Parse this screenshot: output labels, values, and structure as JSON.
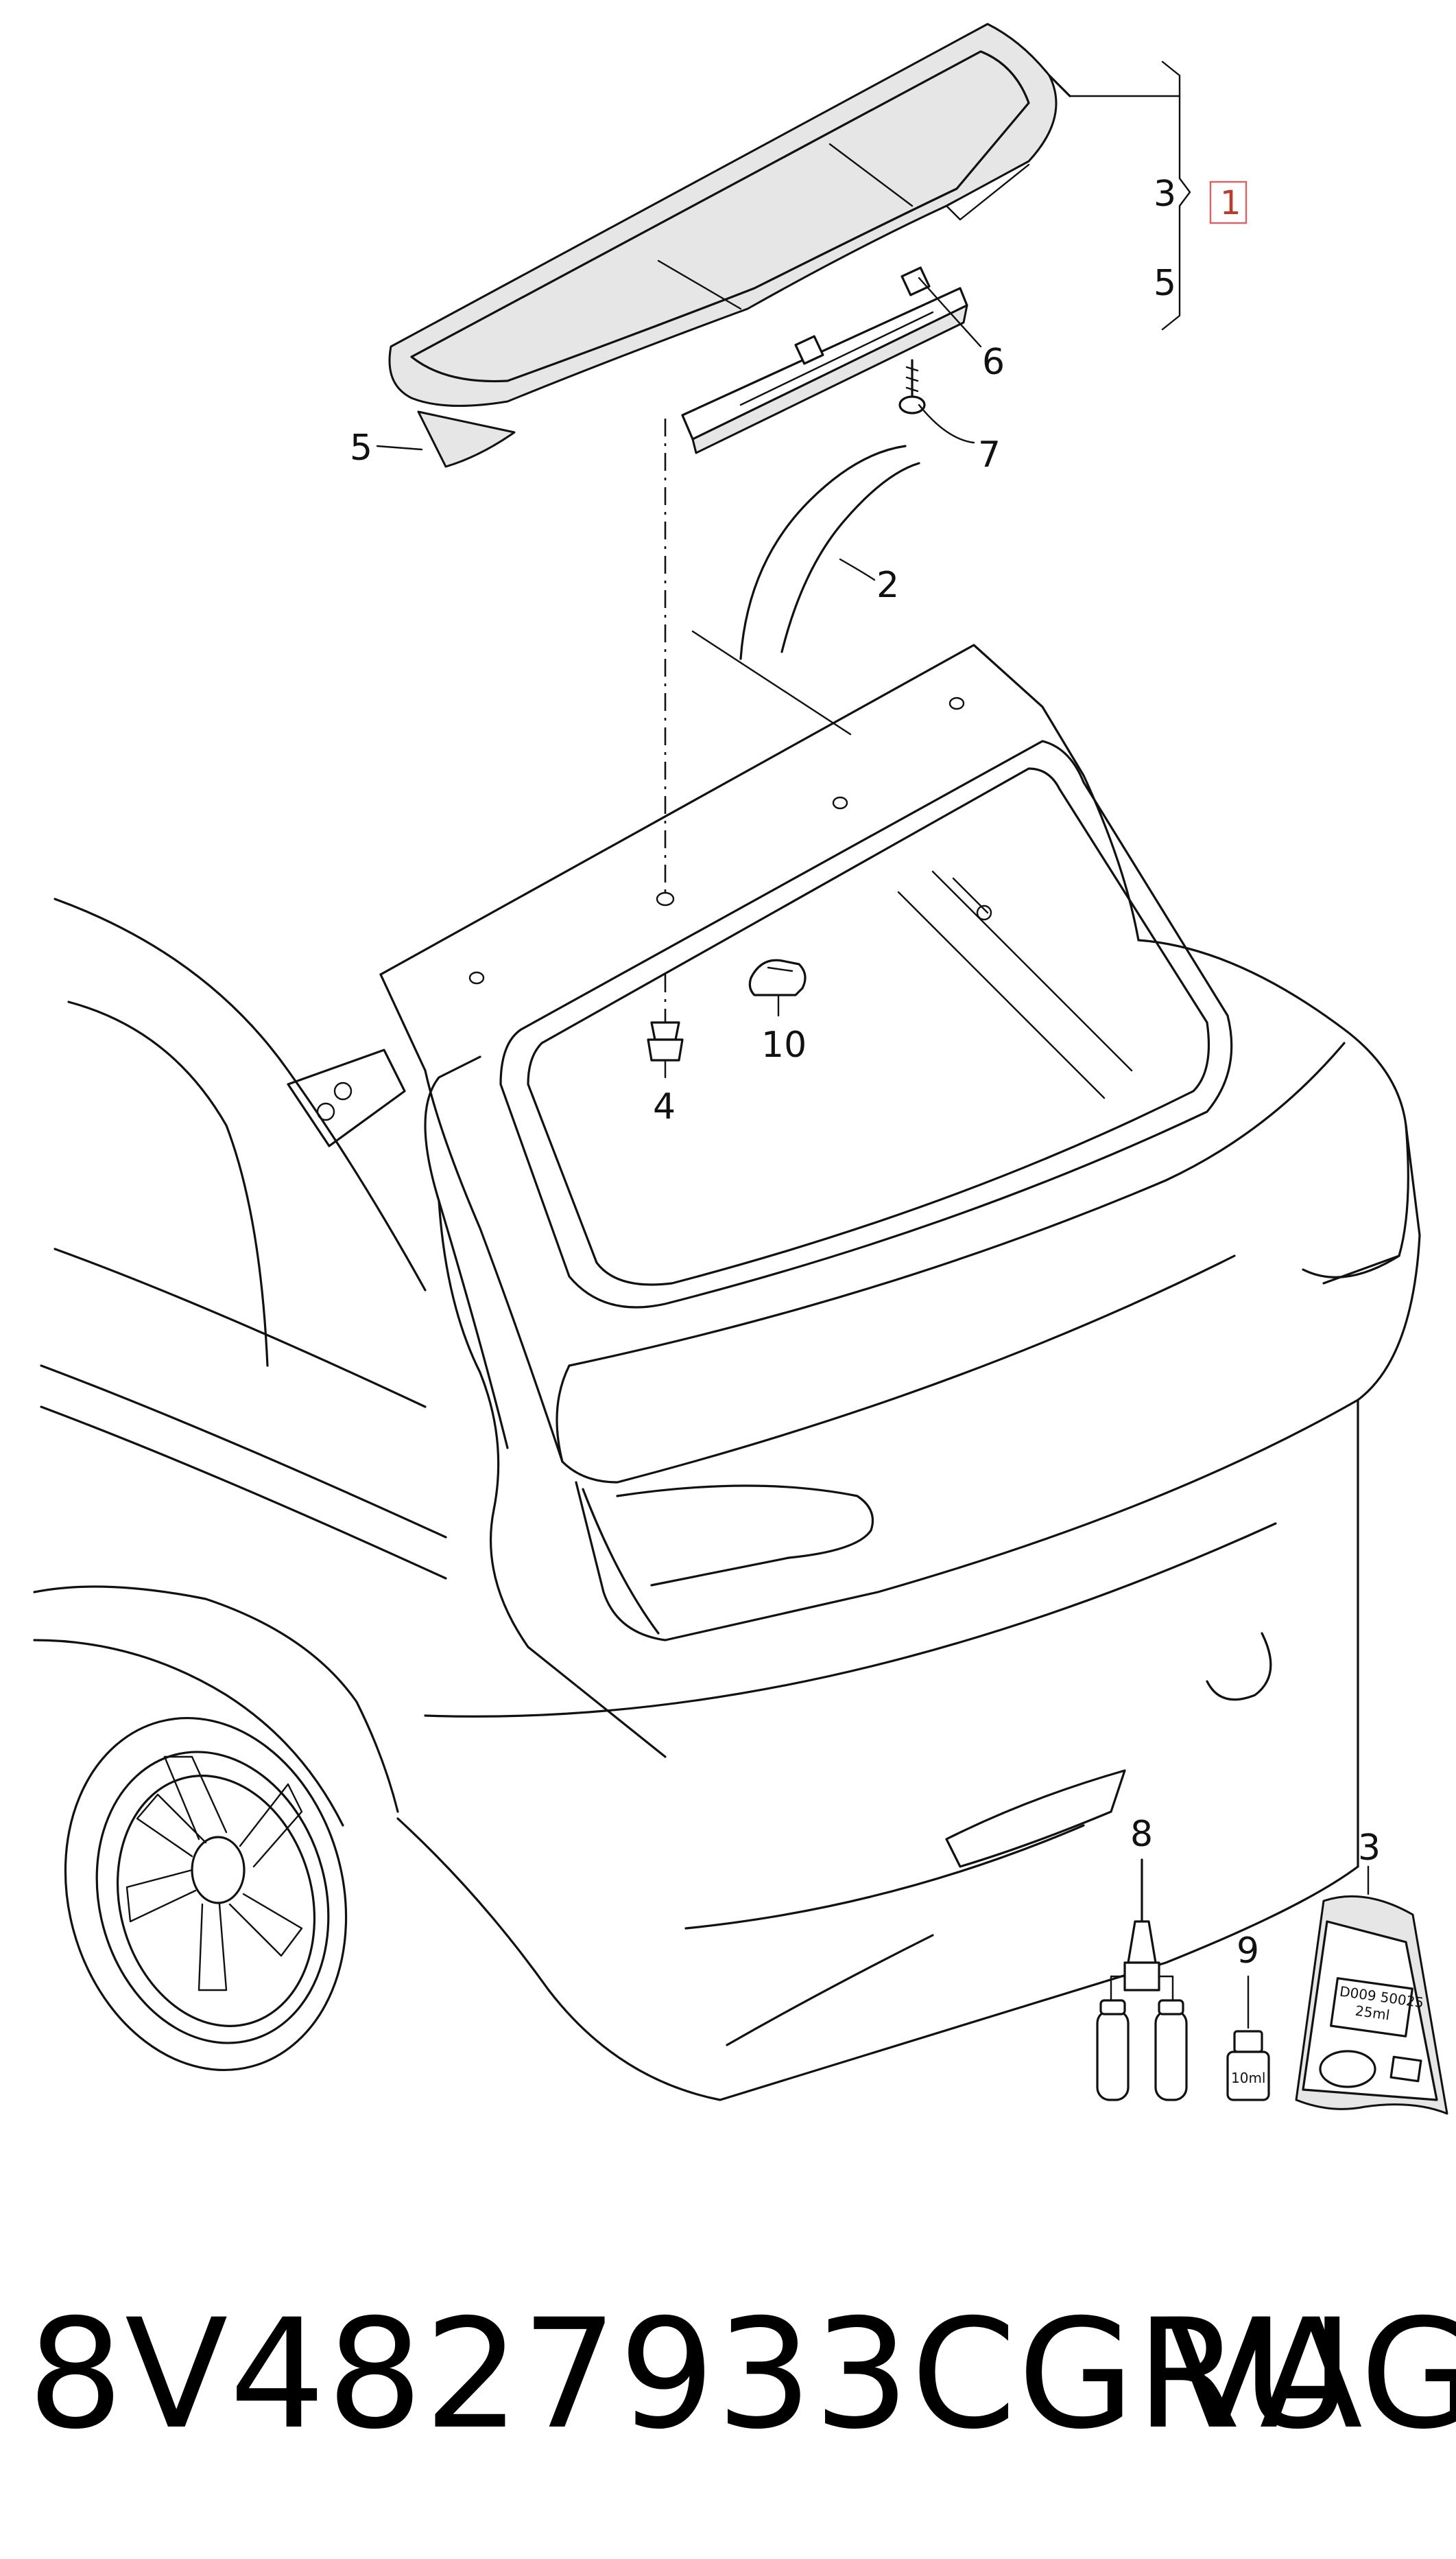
{
  "diagram": {
    "callouts": {
      "c1": "1",
      "c2": "2",
      "c3_top": "3",
      "c3_kit": "3",
      "c4": "4",
      "c5_top": "5",
      "c5_left": "5",
      "c6": "6",
      "c7": "7",
      "c8": "8",
      "c9": "9",
      "c10": "10"
    },
    "labels": {
      "bottle_volume": "10ml",
      "kit_line1": "D009 50025",
      "kit_line2": "25ml"
    },
    "colors": {
      "line": "#111111",
      "highlight_box": "#e06060",
      "shade": "#e6e6e6"
    }
  },
  "footer": {
    "part_number": "8V4827933CGRU",
    "brand": "VAG"
  }
}
